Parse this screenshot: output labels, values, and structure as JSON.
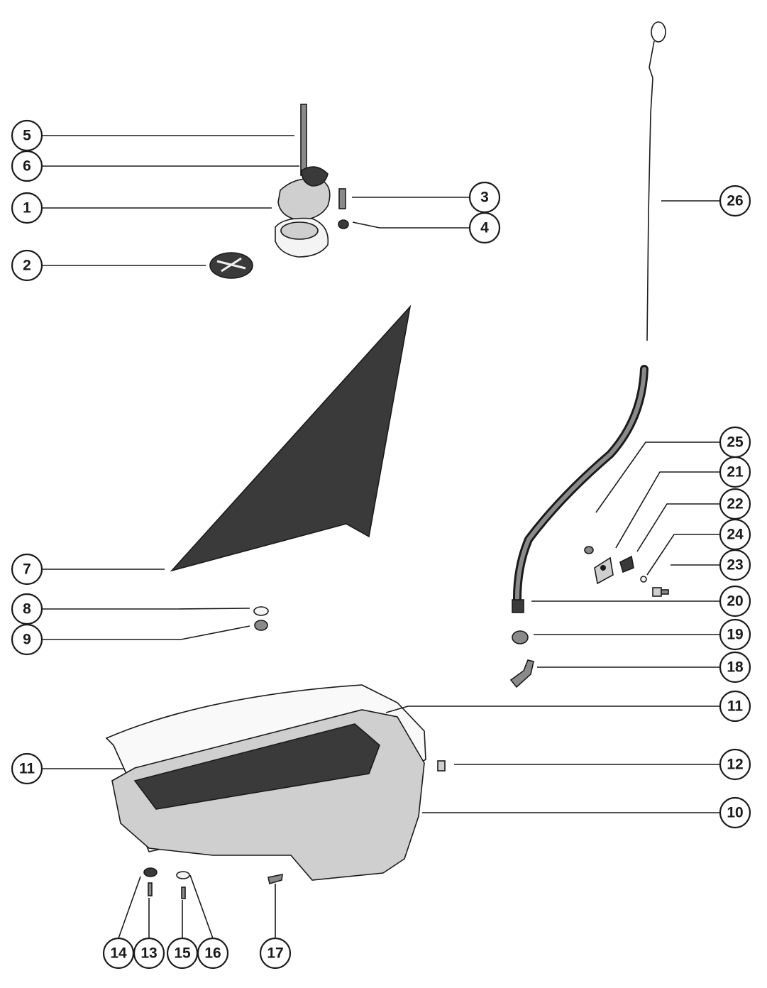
{
  "figure": {
    "callouts": [
      {
        "label": "1"
      },
      {
        "label": "2"
      },
      {
        "label": "3"
      },
      {
        "label": "4"
      },
      {
        "label": "5"
      },
      {
        "label": "6"
      },
      {
        "label": "7"
      },
      {
        "label": "8"
      },
      {
        "label": "9"
      },
      {
        "label": "10"
      },
      {
        "label": "11"
      },
      {
        "label": "11"
      },
      {
        "label": "12"
      },
      {
        "label": "13"
      },
      {
        "label": "14"
      },
      {
        "label": "15"
      },
      {
        "label": "16"
      },
      {
        "label": "17"
      },
      {
        "label": "18"
      },
      {
        "label": "19"
      },
      {
        "label": "20"
      },
      {
        "label": "21"
      },
      {
        "label": "22"
      },
      {
        "label": "23"
      },
      {
        "label": "24"
      },
      {
        "label": "25"
      },
      {
        "label": "26"
      }
    ]
  }
}
